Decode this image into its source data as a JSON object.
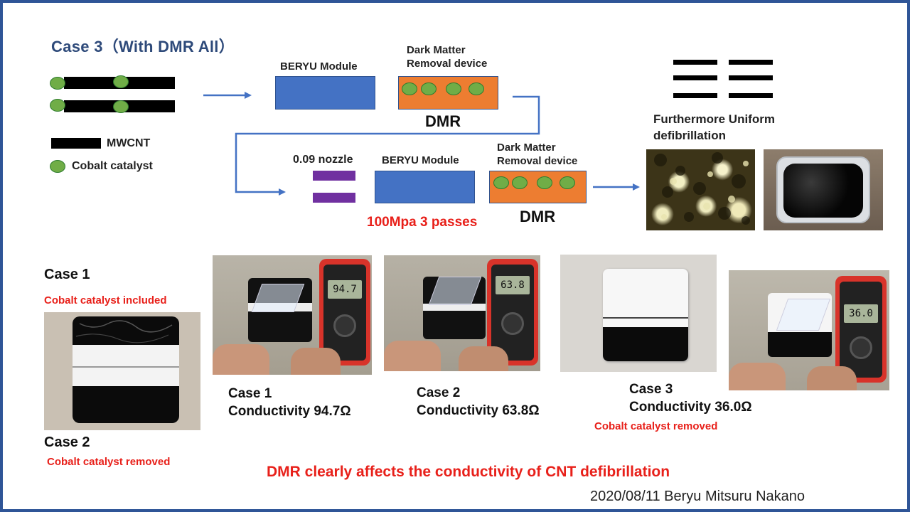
{
  "title": "Case 3（With DMR All）",
  "legend": {
    "mwcnt": "MWCNT",
    "cobalt": "Cobalt catalyst"
  },
  "row1": {
    "beryu_label": "BERYU Module",
    "dmr_label": "Dark Matter\nRemoval device",
    "dmr_short": "DMR"
  },
  "row2": {
    "nozzle_label": "0.09 nozzle",
    "beryu_label": "BERYU Module",
    "dmr_label": "Dark Matter\nRemoval device",
    "dmr_short": "DMR",
    "passes": "100Mpa 3 passes"
  },
  "result": {
    "label": "Furthermore Uniform\ndefibrillation"
  },
  "cases": {
    "case1_title": "Case  1",
    "case1_note": "Cobalt catalyst included",
    "case2_title": "Case  2",
    "case2_note": "Cobalt catalyst removed",
    "meas1": "Case  1\nConductivity  94.7Ω",
    "meas2": "Case  2\nConductivity  63.8Ω",
    "meas3": "Case  3\nConductivity  36.0Ω",
    "meas3_note": "Cobalt catalyst removed"
  },
  "meters": {
    "m1": "94.7",
    "m2": "63.8",
    "m3": "36.0"
  },
  "conclusion": "DMR clearly affects the conductivity of CNT defibrillation",
  "footer": "2020/08/11 Beryu Mitsuru Nakano",
  "colors": {
    "accent_blue": "#4472c4",
    "orange": "#ed7d31",
    "green": "#70ad47",
    "purple": "#7030a0",
    "red": "#e8201a",
    "title": "#2e4a7a"
  }
}
